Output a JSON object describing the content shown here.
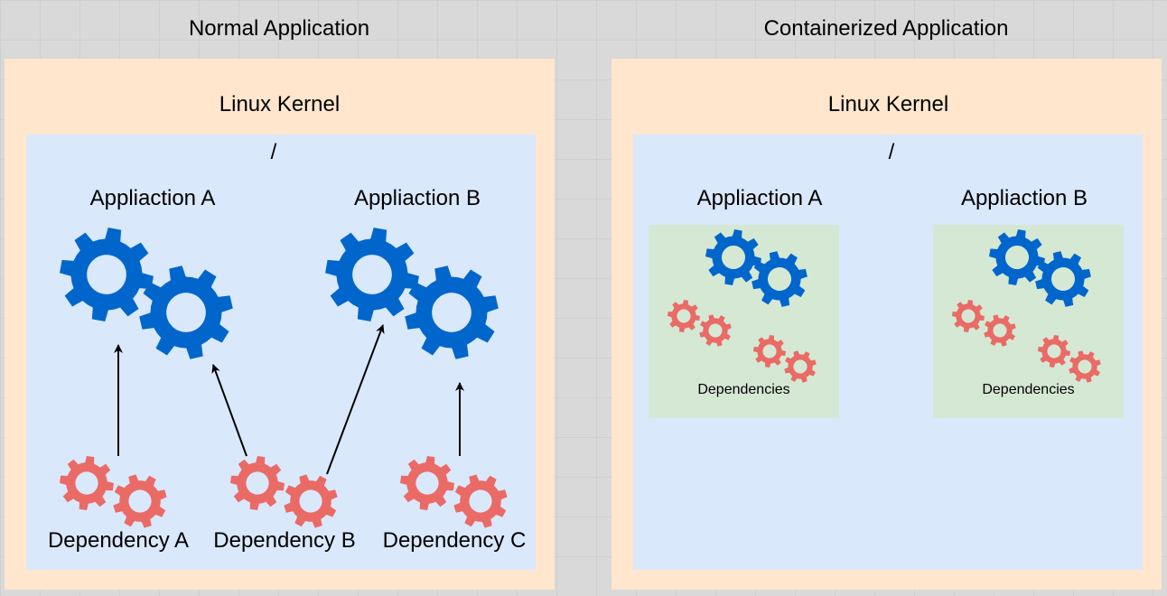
{
  "panels": {
    "normal": {
      "title": "Normal Application",
      "kernel": "Linux Kernel",
      "root": "/",
      "apps": [
        "Appliaction A",
        "Appliaction B"
      ],
      "dependencies": [
        "Dependency A",
        "Dependency B",
        "Dependency C"
      ]
    },
    "container": {
      "title": "Containerized Application",
      "kernel": "Linux Kernel",
      "root": "/",
      "apps": [
        "Appliaction A",
        "Appliaction B"
      ],
      "dependencies_label": "Dependencies"
    }
  },
  "colors": {
    "outer": "#ffe6cc",
    "inner": "#dae8fc",
    "dependency_box": "#d5e8d4",
    "app_gear": "#0066cc",
    "dependency_gear": "#ea6b66",
    "background": "#d9d9d9"
  },
  "icons": {
    "app": "gear-icon",
    "dependency": "gear-icon"
  }
}
